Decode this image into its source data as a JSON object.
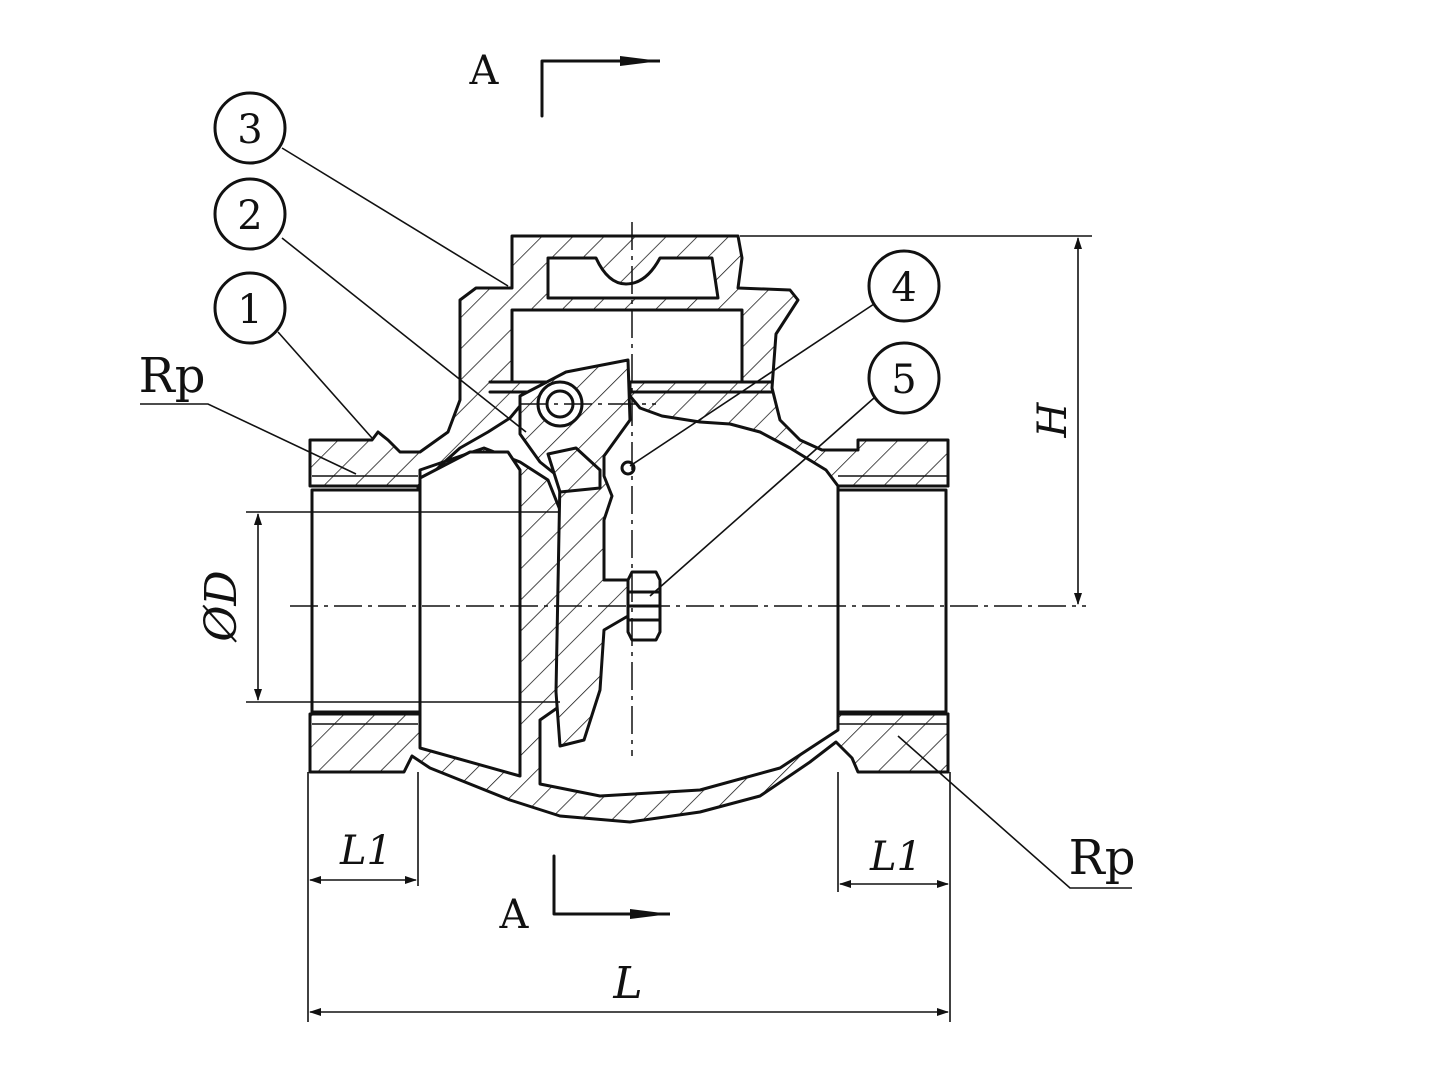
{
  "section_marks": {
    "top": "A",
    "bottom": "A"
  },
  "balloons": [
    "1",
    "2",
    "3",
    "4",
    "5"
  ],
  "labels": {
    "rp_left": "Rp",
    "rp_right": "Rp",
    "diameter": "ØD",
    "height": "H",
    "l1_left": "L1",
    "l1_right": "L1",
    "length": "L"
  }
}
